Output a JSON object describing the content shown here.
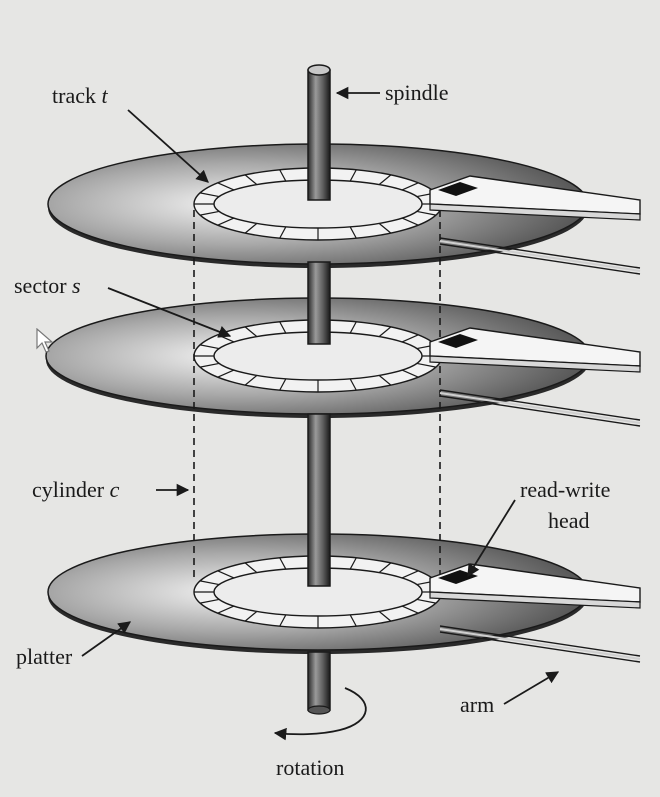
{
  "diagram": {
    "labels": {
      "track": "track",
      "track_var": "t",
      "spindle": "spindle",
      "sector": "sector",
      "sector_var": "s",
      "cylinder": "cylinder",
      "cylinder_var": "c",
      "read_write_line1": "read-write",
      "read_write_line2": "head",
      "platter": "platter",
      "arm": "arm",
      "rotation": "rotation"
    },
    "platter_count": 3,
    "sectors_per_track": 20,
    "colors": {
      "platter_dark": "#3c3c3c",
      "platter_light": "#f4f4f4",
      "ink": "#1a1a1a",
      "background": "#e6e6e4"
    },
    "icons": [
      "mouse-pointer-icon",
      "rotation-arrow-icon"
    ]
  }
}
